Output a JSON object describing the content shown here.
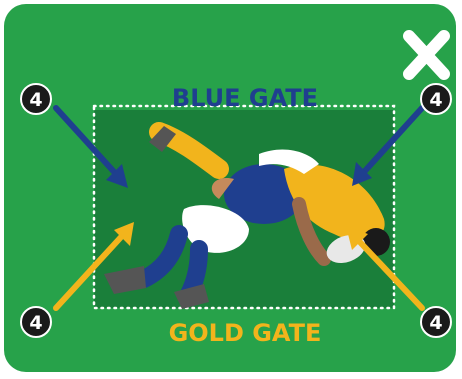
{
  "labels": {
    "top_gate": "BLUE GATE",
    "bottom_gate": "GOLD GATE"
  },
  "markers": {
    "top_left": "4",
    "top_right": "4",
    "bottom_left": "4",
    "bottom_right": "4"
  },
  "close_icon": "close-icon",
  "colors": {
    "field": "#27a24a",
    "zone": "#1a7f3a",
    "blue": "#1f3f8f",
    "gold": "#f2b41c",
    "marker": "#1a1a1a"
  }
}
